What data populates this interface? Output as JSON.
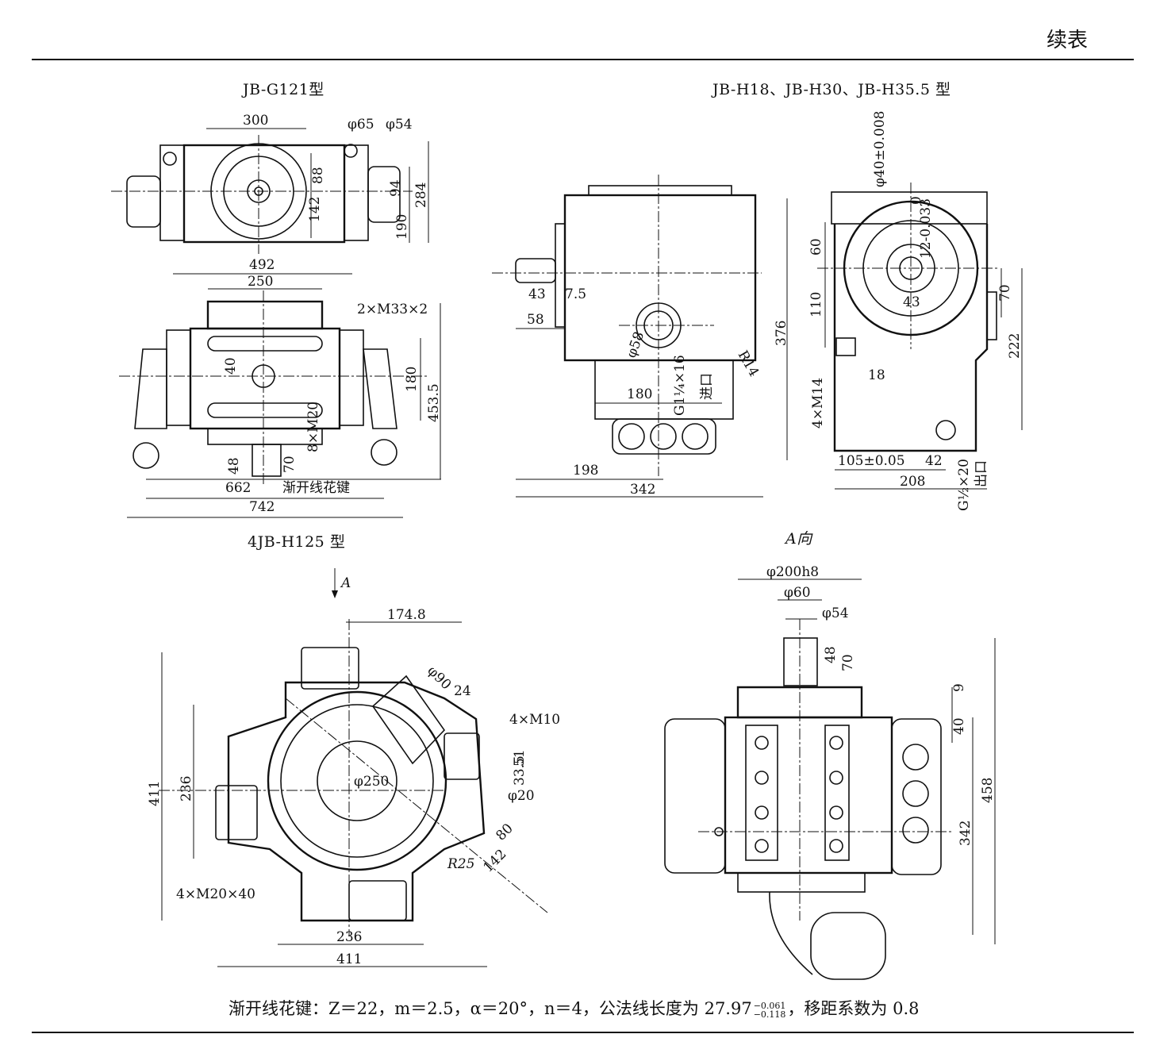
{
  "header": {
    "continued_label": "续表"
  },
  "views": {
    "jbg121": {
      "title": "JB-G121型",
      "dims": [
        "300",
        "φ65",
        "φ54",
        "88",
        "94",
        "142",
        "190",
        "284",
        "492",
        "250",
        "2×M33×2",
        "40",
        "180",
        "453.5",
        "8×M20",
        "48",
        "70",
        "662",
        "渐开线花键",
        "742"
      ]
    },
    "jbh18": {
      "title": "JB-H18、JB-H30、JB-H35.5 型",
      "dims": [
        "φ40±0.008",
        "0",
        "12-0.033",
        "60",
        "110",
        "43",
        "70",
        "222",
        "43",
        "7.5",
        "58",
        "φ58",
        "G1¼×16",
        "进口",
        "R14",
        "180",
        "376",
        "18",
        "4×M14",
        "105±0.05",
        "42",
        "G½×20",
        "出口",
        "198",
        "342",
        "208"
      ]
    },
    "h125": {
      "title": "4JB-H125 型",
      "arrow_label": "A",
      "dims": [
        "174.8",
        "φ90",
        "24",
        "4×M10",
        "51",
        "33.5",
        "φ20",
        "φ250",
        "411",
        "236",
        "80",
        "142",
        "R25",
        "4×M20×40",
        "236",
        "411"
      ]
    },
    "aview": {
      "title": "A向",
      "dims": [
        "φ200h8",
        "φ60",
        "φ54",
        "48",
        "70",
        "9",
        "40",
        "458",
        "342"
      ]
    }
  },
  "footnote": {
    "text_before": "渐开线花键：Z＝22，m＝2.5，α＝20°，n＝4，公法线长度为 27.97",
    "tol_upper": "−0.061",
    "tol_lower": "−0.118",
    "text_after": "，移距系数为 0.8"
  }
}
